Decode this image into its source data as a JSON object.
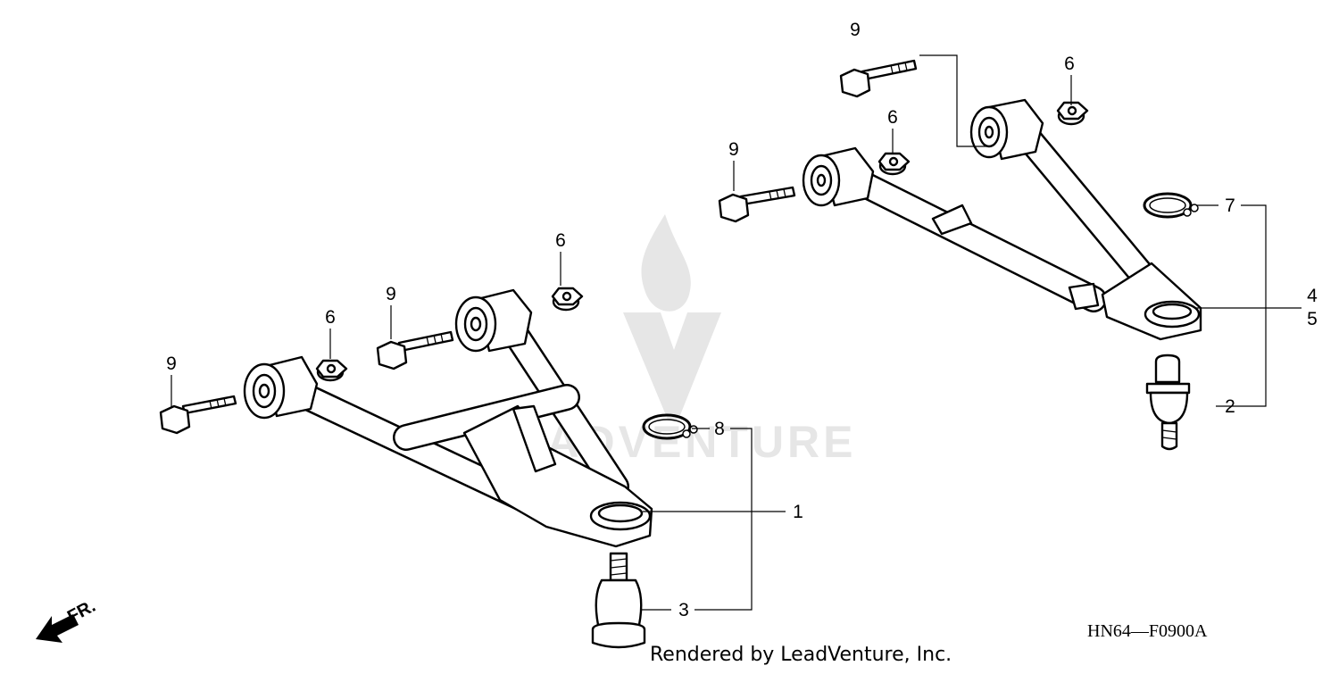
{
  "callouts": {
    "c1": "1",
    "c2": "2",
    "c3": "3",
    "c4": "4",
    "c5": "5",
    "c6a": "6",
    "c6b": "6",
    "c6c": "6",
    "c6d": "6",
    "c7": "7",
    "c8": "8",
    "c9a": "9",
    "c9b": "9",
    "c9c": "9",
    "c9d": "9"
  },
  "diagram_code": "HN64—F0900A",
  "credit": "Rendered by LeadVenture, Inc.",
  "watermark": "LEADVENTURE",
  "front_indicator": "FR.",
  "colors": {
    "line": "#000000",
    "watermark": "#e6e6e6"
  }
}
